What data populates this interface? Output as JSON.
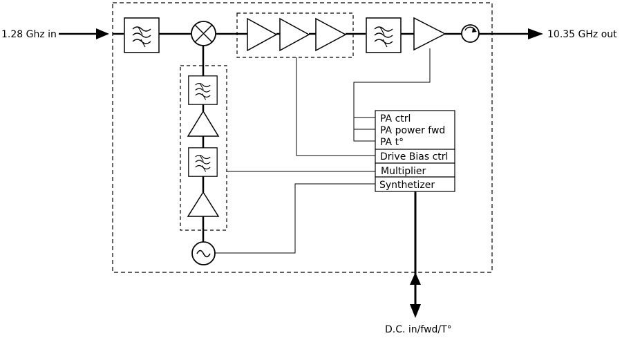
{
  "diagram": {
    "input_label": "1.28 Ghz in",
    "output_label": "10.35 GHz out",
    "dc_label": "D.C. in/fwd/T°",
    "control_block": {
      "pa_group": [
        "PA ctrl",
        "PA power fwd",
        "PA t°"
      ],
      "drive_bias": "Drive Bias ctrl",
      "multiplier": "Multiplier",
      "synthesizer": "Synthetizer"
    },
    "icons": [
      "input-bandpass-filter-icon",
      "mixer-icon",
      "driver-amplifier-icon",
      "output-bandpass-filter-icon",
      "power-amplifier-icon",
      "isolator-icon",
      "multiplier-chain-filter-icon",
      "multiplier-chain-amplifier-icon",
      "oscillator-icon"
    ]
  }
}
